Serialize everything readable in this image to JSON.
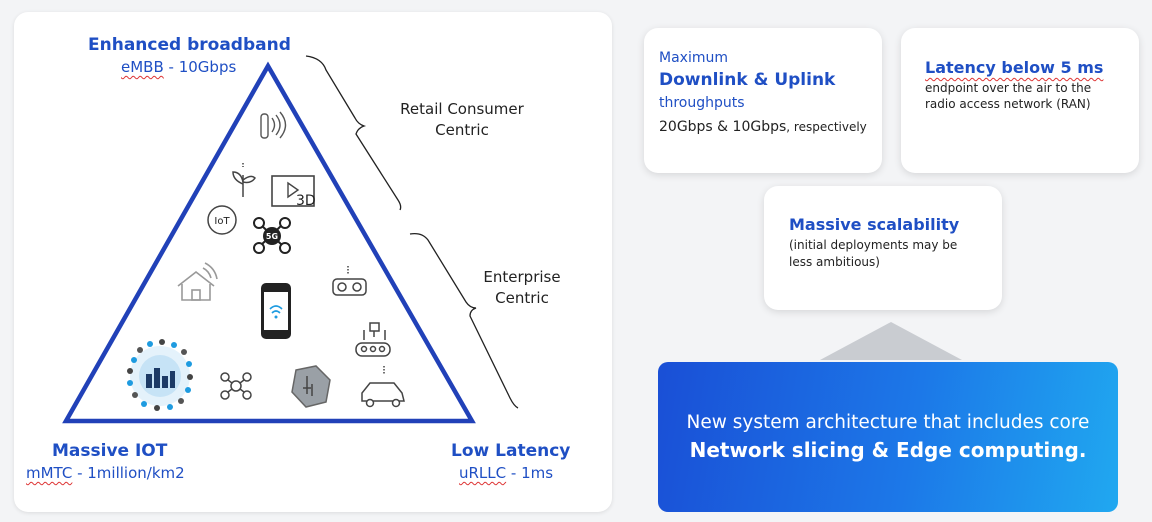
{
  "triangle": {
    "top_title": "Enhanced broadband",
    "top_sub_code": "eMBB",
    "top_sub_rest": " - 10Gbps",
    "left_title": "Massive IOT",
    "left_sub_code": "mMTC",
    "left_sub_rest": " - 1million/km2",
    "right_title": "Low Latency",
    "right_sub_code": "uRLLC",
    "right_sub_rest": " - 1ms"
  },
  "brackets": {
    "retail_line1": "Retail Consumer",
    "retail_line2": "Centric",
    "enterprise_line1": "Enterprise",
    "enterprise_line2": "Centric"
  },
  "icons": {
    "iot_label": "IoT",
    "fiveg_label": "5G",
    "threed_label": "3D"
  },
  "cards": {
    "throughput": {
      "line1": "Maximum",
      "line2": "Downlink & Uplink",
      "line3": "throughputs",
      "value": "20Gbps & 10Gbps",
      "suffix": ", respectively"
    },
    "latency": {
      "title": "Latency below 5 ms",
      "line1": "endpoint over the air to the",
      "line2": "radio access network (RAN)"
    },
    "scalability": {
      "title": "Massive scalability",
      "line1": "(initial deployments may be",
      "line2": "less ambitious)"
    }
  },
  "banner": {
    "line1": "New system architecture that includes core",
    "line2": "Network slicing & Edge computing."
  },
  "colors": {
    "accent_blue": "#1f4fc4",
    "triangle_stroke": "#2141b8",
    "banner_start": "#1a4fd6",
    "banner_end": "#20a8f0"
  }
}
